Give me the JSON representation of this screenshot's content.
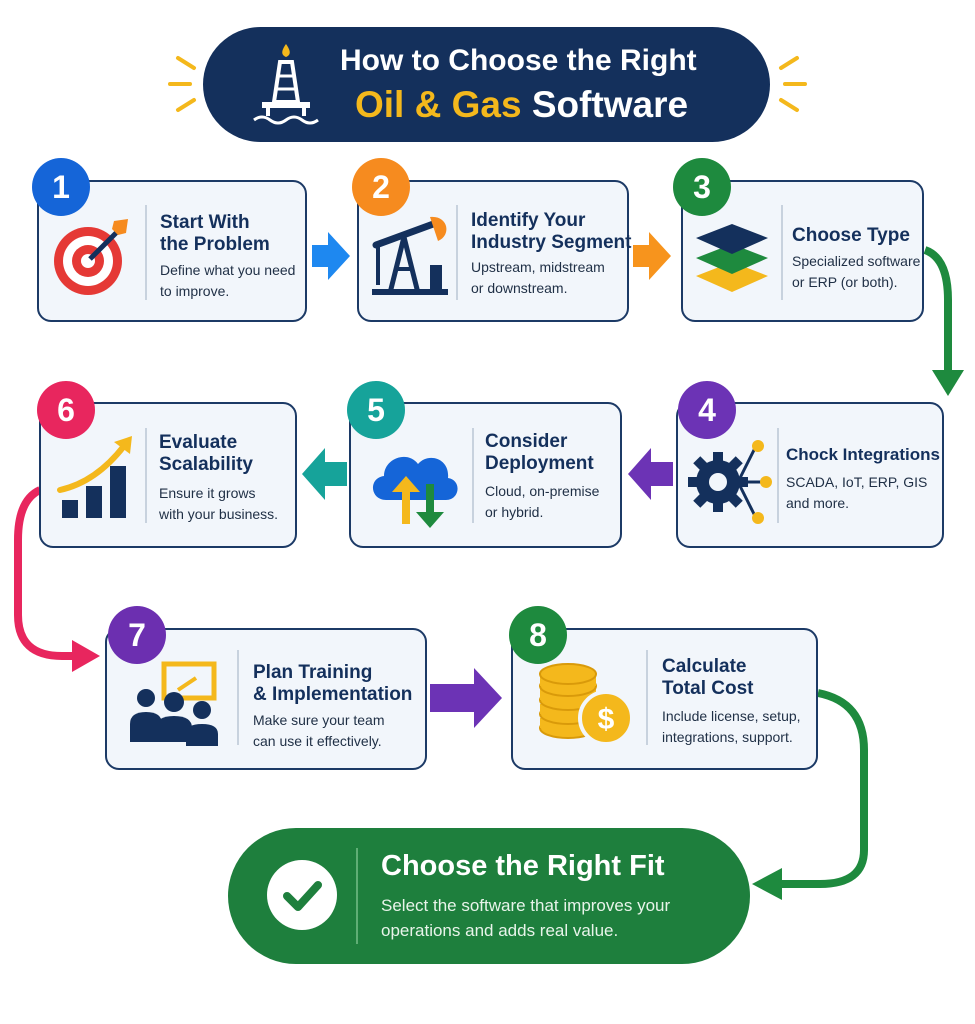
{
  "header": {
    "title_line1": "How to Choose the Right",
    "title_highlight": "Oil & Gas",
    "title_line2_rest": " Software",
    "icon": "oil-rig-icon"
  },
  "steps": [
    {
      "num": "1",
      "title": "Start With\nthe Problem",
      "desc": "Define what you need\nto improve.",
      "icon": "target-icon",
      "color": "#1565d8"
    },
    {
      "num": "2",
      "title": "Identify Your\nIndustry Segment",
      "desc": "Upstream, midstream\nor downstream.",
      "icon": "pumpjack-icon",
      "color": "#f68b1f"
    },
    {
      "num": "3",
      "title": "Choose Type",
      "desc": "Specialized software\nor ERP (or both).",
      "icon": "layers-icon",
      "color": "#1e8a3e"
    },
    {
      "num": "4",
      "title": "Chock Integrations",
      "desc": "SCADA, IoT, ERP, GIS\nand more.",
      "icon": "gear-network-icon",
      "color": "#6c33b5"
    },
    {
      "num": "5",
      "title": "Consider\nDeployment",
      "desc": "Cloud, on-premise\nor hybrid.",
      "icon": "cloud-transfer-icon",
      "color": "#16a39a"
    },
    {
      "num": "6",
      "title": "Evaluate\nScalability",
      "desc": "Ensure it grows\nwith your business.",
      "icon": "growth-chart-icon",
      "color": "#e8265e"
    },
    {
      "num": "7",
      "title": "Plan Training\n& Implementation",
      "desc": "Make sure your team\ncan use it effectively.",
      "icon": "team-training-icon",
      "color": "#6c2fb0"
    },
    {
      "num": "8",
      "title": "Calculate\nTotal Cost",
      "desc": "Include license, setup,\nintegrations, support.",
      "icon": "coins-dollar-icon",
      "color": "#1e8a3e"
    }
  ],
  "final": {
    "title": "Choose the Right Fit",
    "desc": "Select the software that improves your\noperations and adds real value.",
    "icon": "checkmark-icon"
  },
  "colors": {
    "navy": "#14305c",
    "gold": "#f4b81c",
    "green": "#1e7f3d",
    "blue_arrow": "#1e88f0",
    "orange_arrow": "#f7941d",
    "green_arrow": "#1e8a3e",
    "purple_arrow": "#6c33b5",
    "teal_arrow": "#16a39a",
    "pink_arrow": "#e8265e"
  }
}
